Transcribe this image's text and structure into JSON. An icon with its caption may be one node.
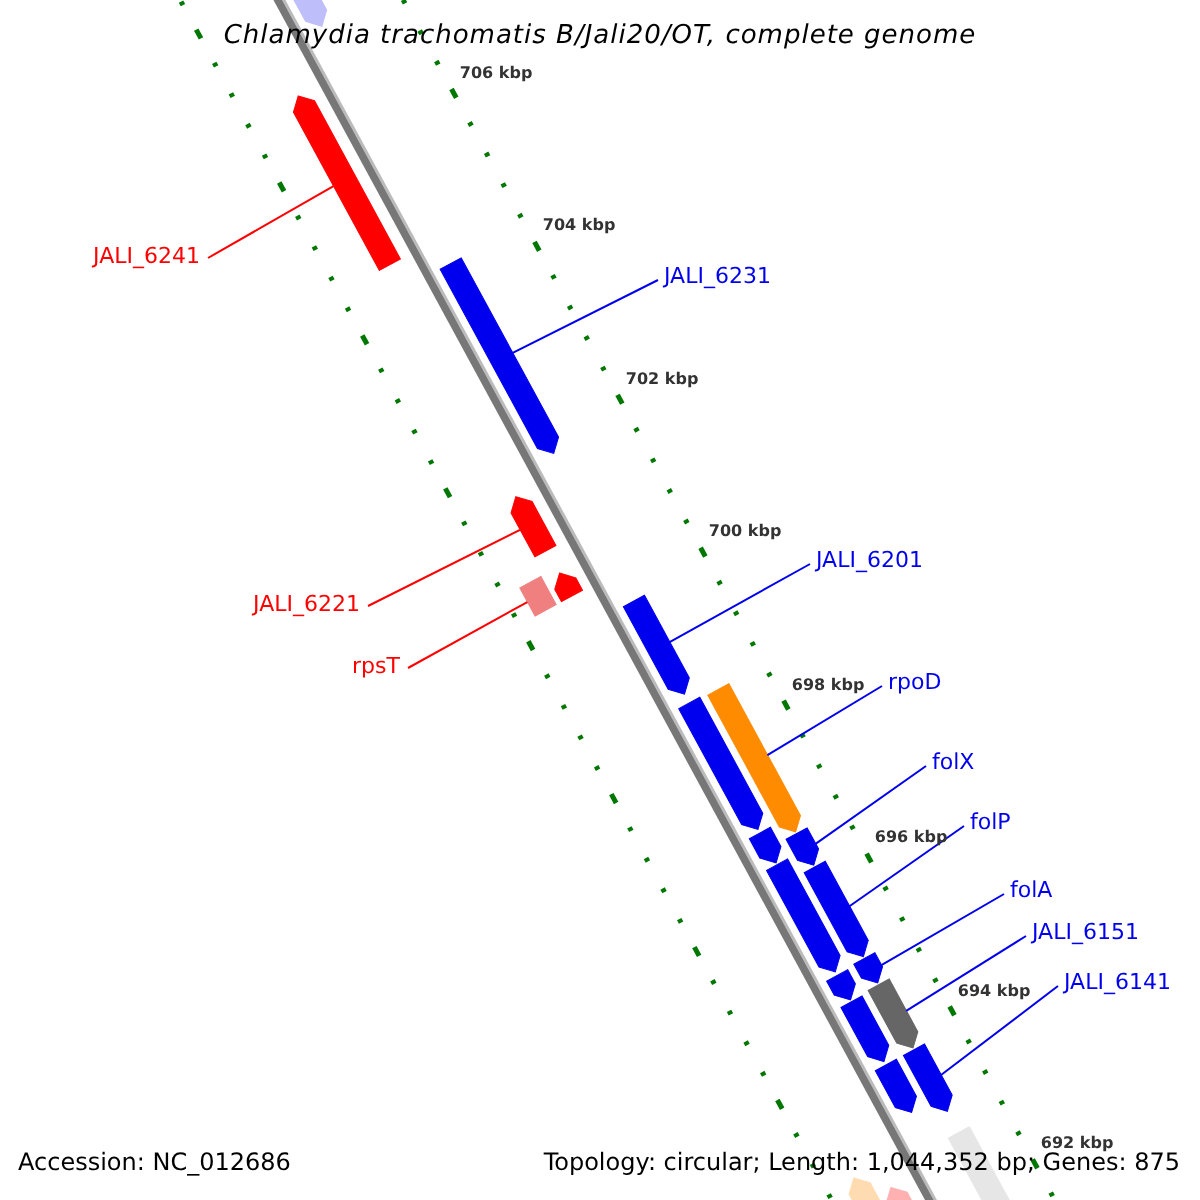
{
  "diagram": {
    "title": "Chlamydia trachomatis B/Jali20/OT, complete genome",
    "nodes": [
      {
        "text": [
          "JALI_6241"
        ]
      },
      {
        "text": [],
        "shape": "arrow"
      },
      {
        "text": [
          "JALI_6231"
        ]
      },
      {
        "text": [],
        "shape": "arrow"
      },
      {
        "text": [
          "JALI_6221"
        ]
      },
      {
        "text": [],
        "shape": "arrow"
      },
      {
        "text": [
          "rpsT"
        ]
      },
      {
        "text": [],
        "shape": "box"
      },
      {
        "text": [
          "JALI_6201"
        ]
      },
      {
        "text": [],
        "shape": "arrow"
      },
      {
        "text": [
          "rpoD"
        ]
      },
      {
        "text": [],
        "shape": "arrow"
      },
      {
        "text": [
          "folX"
        ]
      },
      {
        "text": [],
        "shape": "arrow"
      },
      {
        "text": [
          "folP"
        ]
      },
      {
        "text": [],
        "shape": "arrow"
      },
      {
        "text": [
          "folA"
        ]
      },
      {
        "text": [],
        "shape": "arrow"
      },
      {
        "text": [
          "JALI_6151"
        ]
      },
      {
        "text": [],
        "shape": "arrow"
      },
      {
        "text": [
          "JALI_6141"
        ]
      },
      {
        "text": [],
        "shape": "arrow"
      },
      {
        "text": [],
        "shape": "arrow"
      },
      {
        "text": [],
        "shape": "arrow"
      },
      {
        "text": [],
        "shape": "arrow"
      },
      {
        "text": [],
        "shape": "arrow"
      },
      {
        "text": [],
        "shape": "arrow"
      },
      {
        "text": [],
        "shape": "arrow"
      },
      {
        "text": [],
        "shape": "arrow"
      },
      {
        "text": [],
        "shape": "arrow"
      },
      {
        "text": [],
        "shape": "arrow"
      },
      {
        "text": [],
        "shape": "arrow"
      },
      {
        "text": [],
        "shape": "arrow"
      }
    ],
    "edges": [
      {
        "from": 0,
        "to": 1,
        "arrow": "none",
        "color": "#ff0000"
      },
      {
        "from": 2,
        "to": 3,
        "arrow": "none"
      },
      {
        "from": 4,
        "to": 5,
        "arrow": "none",
        "color": "#ff0000"
      },
      {
        "from": 6,
        "to": 7,
        "arrow": "none",
        "color": "#ff0000"
      },
      {
        "from": 8,
        "to": 9,
        "arrow": "none"
      },
      {
        "from": 10,
        "to": 11,
        "arrow": "none"
      },
      {
        "from": 12,
        "to": 13,
        "arrow": "none"
      },
      {
        "from": 14,
        "to": 15,
        "arrow": "none"
      },
      {
        "from": 16,
        "to": 17,
        "arrow": "none"
      },
      {
        "from": 18,
        "to": 19,
        "arrow": "none"
      },
      {
        "from": 20,
        "to": 21,
        "arrow": "none"
      }
    ],
    "labels": [
      "706 kbp",
      "704 kbp",
      "702 kbp",
      "700 kbp",
      "698 kbp",
      "696 kbp",
      "694 kbp",
      "692 kbp",
      "Accession: NC_012686",
      "Topology: circular; Length: 1,044,352 bp; Genes: 875"
    ]
  }
}
